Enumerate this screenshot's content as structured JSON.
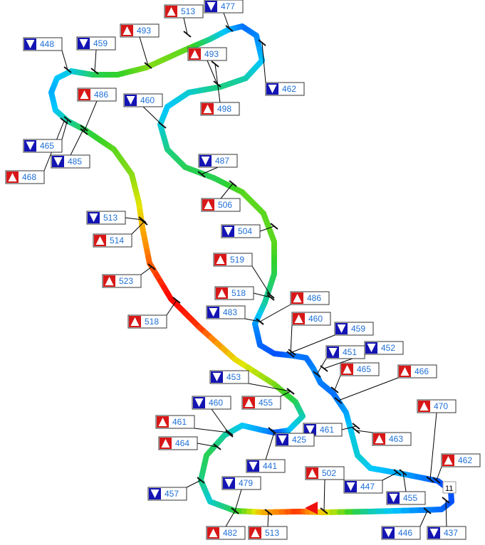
{
  "colors": {
    "max_marker": "#d81818",
    "min_marker": "#1414b4",
    "label_text": "#1e6fd6",
    "label_border": "#333333",
    "leader": "#000000",
    "track_outline": "#00000000"
  },
  "chart_data": {
    "type": "track-map",
    "title": "",
    "legend": "none",
    "start_marker": {
      "text": "11",
      "icon": "start-flag-icon"
    },
    "direction_icon": "direction-arrow-icon",
    "speed_scale": {
      "low_color": "#0033ff",
      "high_color": "#ff0000",
      "min": 425,
      "max": 523
    },
    "annotations": [
      {
        "kind": "max",
        "value": "513"
      },
      {
        "kind": "min",
        "value": "477"
      },
      {
        "kind": "min",
        "value": "448"
      },
      {
        "kind": "min",
        "value": "459"
      },
      {
        "kind": "max",
        "value": "493"
      },
      {
        "kind": "max",
        "value": "493"
      },
      {
        "kind": "min",
        "value": "462"
      },
      {
        "kind": "max",
        "value": "486"
      },
      {
        "kind": "min",
        "value": "460"
      },
      {
        "kind": "max",
        "value": "498"
      },
      {
        "kind": "min",
        "value": "465"
      },
      {
        "kind": "min",
        "value": "485"
      },
      {
        "kind": "max",
        "value": "468"
      },
      {
        "kind": "min",
        "value": "487"
      },
      {
        "kind": "max",
        "value": "506"
      },
      {
        "kind": "min",
        "value": "513"
      },
      {
        "kind": "max",
        "value": "514"
      },
      {
        "kind": "min",
        "value": "504"
      },
      {
        "kind": "max",
        "value": "519"
      },
      {
        "kind": "max",
        "value": "523"
      },
      {
        "kind": "max",
        "value": "518"
      },
      {
        "kind": "max",
        "value": "486"
      },
      {
        "kind": "min",
        "value": "483"
      },
      {
        "kind": "max",
        "value": "518"
      },
      {
        "kind": "max",
        "value": "460"
      },
      {
        "kind": "min",
        "value": "459"
      },
      {
        "kind": "min",
        "value": "451"
      },
      {
        "kind": "min",
        "value": "452"
      },
      {
        "kind": "max",
        "value": "465"
      },
      {
        "kind": "max",
        "value": "466"
      },
      {
        "kind": "min",
        "value": "453"
      },
      {
        "kind": "max",
        "value": "455"
      },
      {
        "kind": "min",
        "value": "460"
      },
      {
        "kind": "max",
        "value": "470"
      },
      {
        "kind": "max",
        "value": "461"
      },
      {
        "kind": "max",
        "value": "464"
      },
      {
        "kind": "min",
        "value": "461"
      },
      {
        "kind": "min",
        "value": "425"
      },
      {
        "kind": "max",
        "value": "463"
      },
      {
        "kind": "max",
        "value": "462"
      },
      {
        "kind": "min",
        "value": "441"
      },
      {
        "kind": "max",
        "value": "502"
      },
      {
        "kind": "min",
        "value": "479"
      },
      {
        "kind": "min",
        "value": "447"
      },
      {
        "kind": "min",
        "value": "455"
      },
      {
        "kind": "min",
        "value": "457"
      },
      {
        "kind": "max",
        "value": "482"
      },
      {
        "kind": "max",
        "value": "513"
      },
      {
        "kind": "min",
        "value": "446"
      },
      {
        "kind": "min",
        "value": "437"
      }
    ]
  }
}
